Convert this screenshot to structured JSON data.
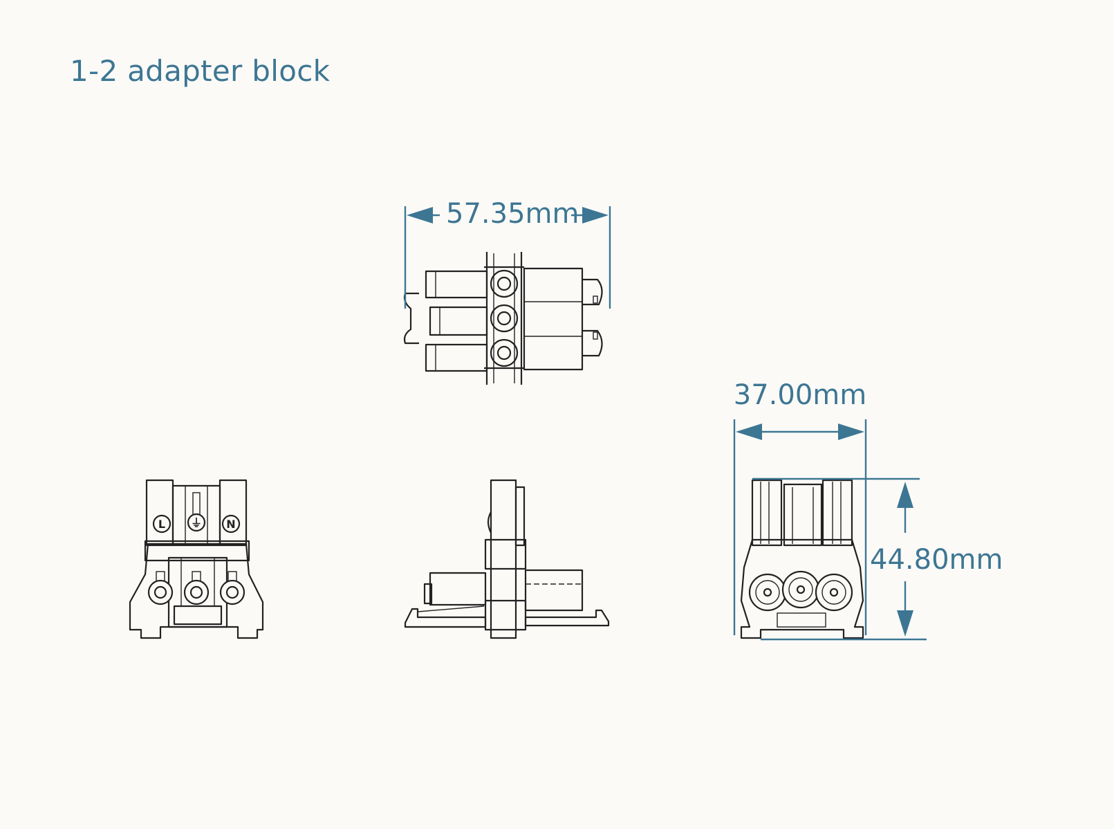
{
  "title": "1-2 adapter block",
  "dimensions": {
    "top_width": "57.35mm",
    "right_width": "37.00mm",
    "right_height": "44.80mm"
  },
  "terminal_labels": {
    "live": "L",
    "earth": "⏚",
    "neutral": "N"
  },
  "colors": {
    "accent": "#3d7693",
    "line": "#222222",
    "background": "#fbfaf7"
  }
}
